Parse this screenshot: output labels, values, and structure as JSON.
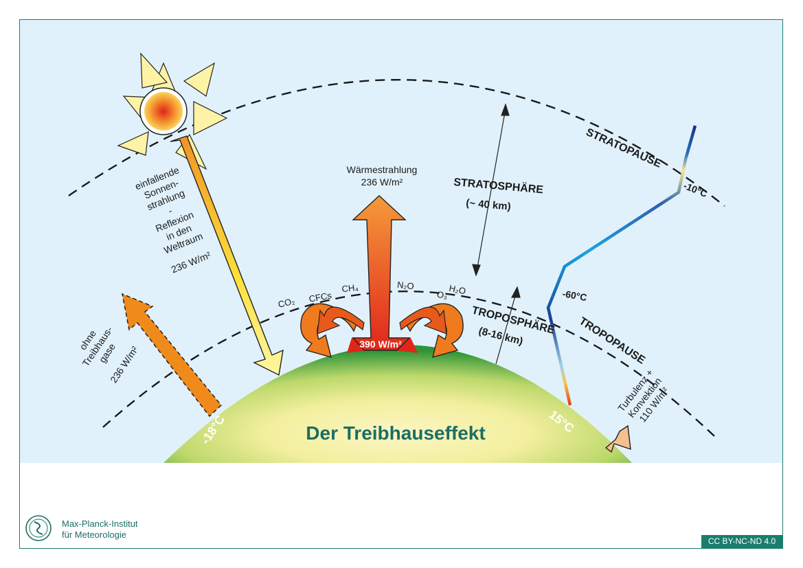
{
  "title": "Der Treibhauseffekt",
  "layers": {
    "stratopause": "STRATOPAUSE",
    "stratosphere": "STRATOSPHÄRE",
    "stratosphere_height": "(~ 40 km)",
    "troposphere": "TROPOSPHÄRE",
    "troposphere_height": "(8-16 km)",
    "tropopause": "TROPOPAUSE"
  },
  "temperatures": {
    "surface_without_gases": "-18°C",
    "surface_with_gases": "15°C",
    "tropopause": "-60°C",
    "stratopause": "-10°C"
  },
  "incoming": {
    "line1": "einfallende",
    "line2": "Sonnen-",
    "line3": "strahlung",
    "line4": "-",
    "line5": "Reflexion",
    "line6": "in den",
    "line7": "Weltraum",
    "value": "236 W/m²"
  },
  "outgoing": {
    "label": "Wärmestrahlung",
    "value": "236 W/m²"
  },
  "no_gases": {
    "line1": "ohne",
    "line2": "Treibhaus-",
    "line3": "gase",
    "value": "236 W/m²"
  },
  "surface_emission": "390 W/m²",
  "convection": {
    "line1": "Turbulenz +",
    "line2": "Konvektion",
    "value": "110 W/m²"
  },
  "gases": [
    "CO₂",
    "CFCs",
    "CH₄",
    "N₂O",
    "O₃",
    "H₂O"
  ],
  "institute": {
    "line1": "Max-Planck-Institut",
    "line2": "für Meteorologie"
  },
  "license": "CC BY-NC-ND 4.0",
  "colors": {
    "sky": "#e1f1fb",
    "earth": "#3c9a3a",
    "accent": "#1a7d6e",
    "title": "#1b6e63"
  }
}
